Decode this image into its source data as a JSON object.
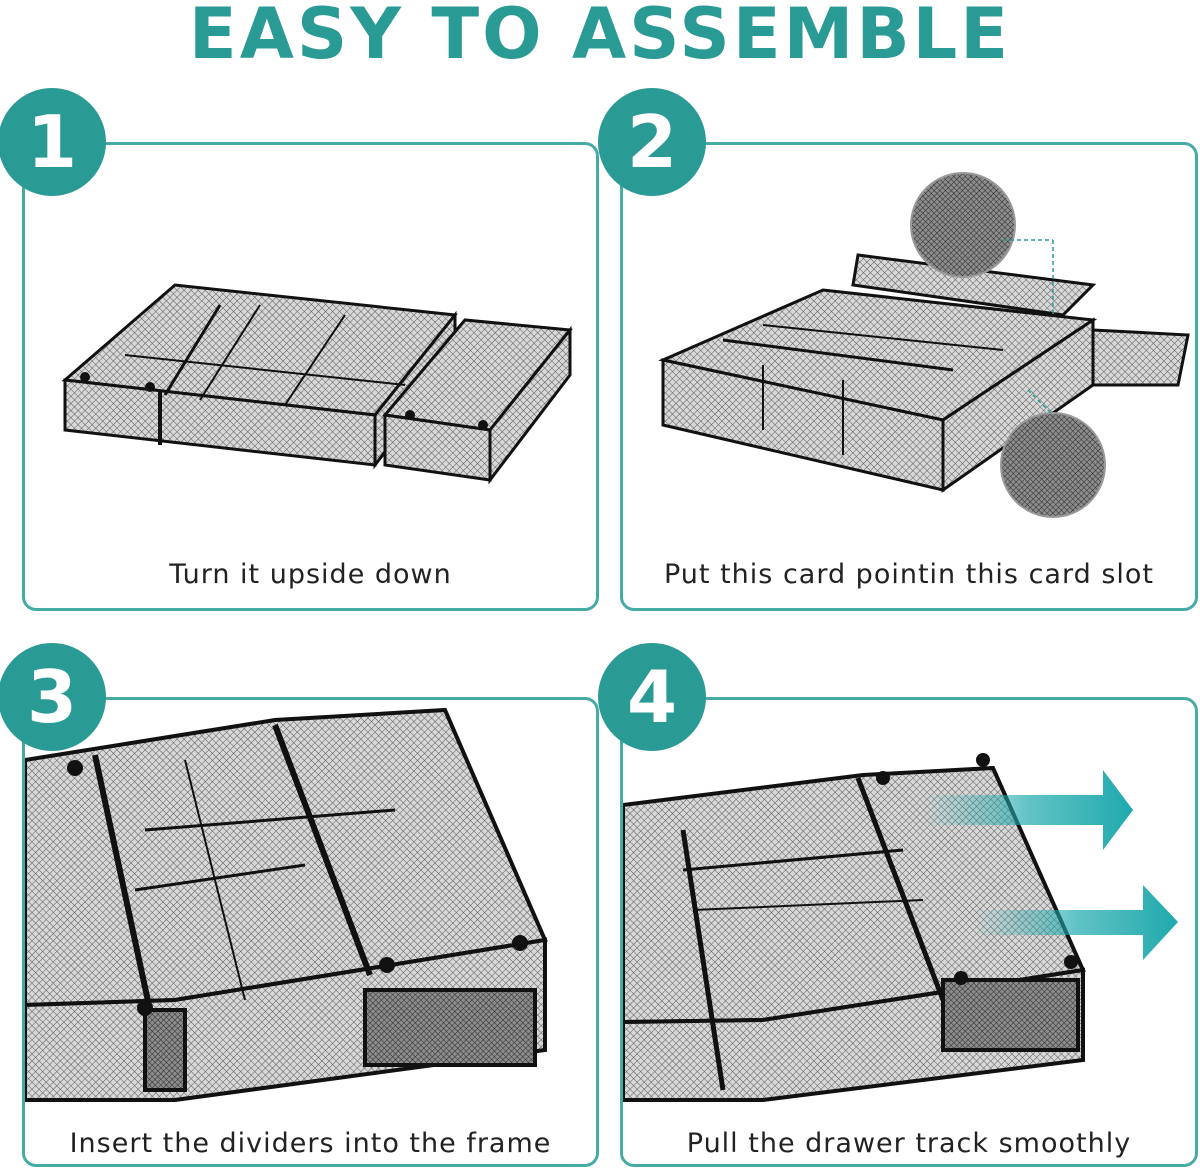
{
  "header": {
    "title": "EASY TO ASSEMBLE"
  },
  "steps": [
    {
      "number": "1",
      "caption": "Turn it upside down"
    },
    {
      "number": "2",
      "caption": "Put this card pointin this card slot"
    },
    {
      "number": "3",
      "caption": "Insert the dividers into the frame"
    },
    {
      "number": "4",
      "caption": "Pull the drawer track smoothly"
    }
  ],
  "colors": {
    "accent": "#2a9a95",
    "border": "#46aaa5",
    "frame": "#1a1a1a",
    "arrow": "#1fa9ad"
  }
}
